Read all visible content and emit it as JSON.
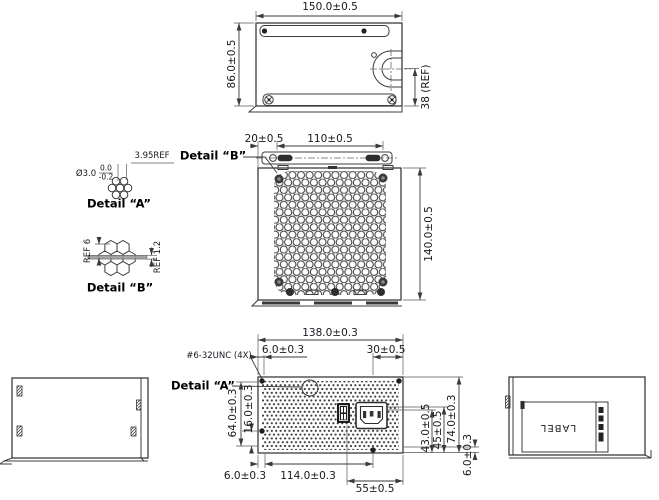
{
  "top_view": {
    "width": "150.0±0.5",
    "height": "86.0±0.5",
    "cable_ref": "38 (REF)"
  },
  "fan_view": {
    "mount_offset": "20±0.5",
    "mount_span": "110±0.5",
    "depth": "140.0±0.5",
    "detail_b_callout": "Detail “B”"
  },
  "detail_a": {
    "pitch_ref": "3.95REF",
    "hole_dia": "Ø3.0",
    "tol_upper": "0.0",
    "tol_lower": "-0.2",
    "title": "Detail “A”"
  },
  "detail_b": {
    "hex_ref": "REF 6",
    "web_ref": "REF 1.2",
    "title": "Detail “B”"
  },
  "rear_view": {
    "width": "138.0±0.3",
    "edge_offset": "6.0±0.3",
    "corner_offset": "30±0.5",
    "thread_spec": "#6-32UNC (4X)",
    "detail_a_callout": "Detail “A”",
    "screw_height": "64.0±0.3",
    "screw_bottom": "16.0±0.3",
    "inlet_height": "43.0±0.5",
    "switch_height": "45±0.5",
    "height": "74.0±0.3",
    "flange": "6.0±0.3",
    "bottom_edge_offset": "6.0±0.3",
    "screw_span": "114.0±0.3",
    "inlet_offset": "55±0.5"
  },
  "side_view": {
    "label_text": "LABEL"
  }
}
